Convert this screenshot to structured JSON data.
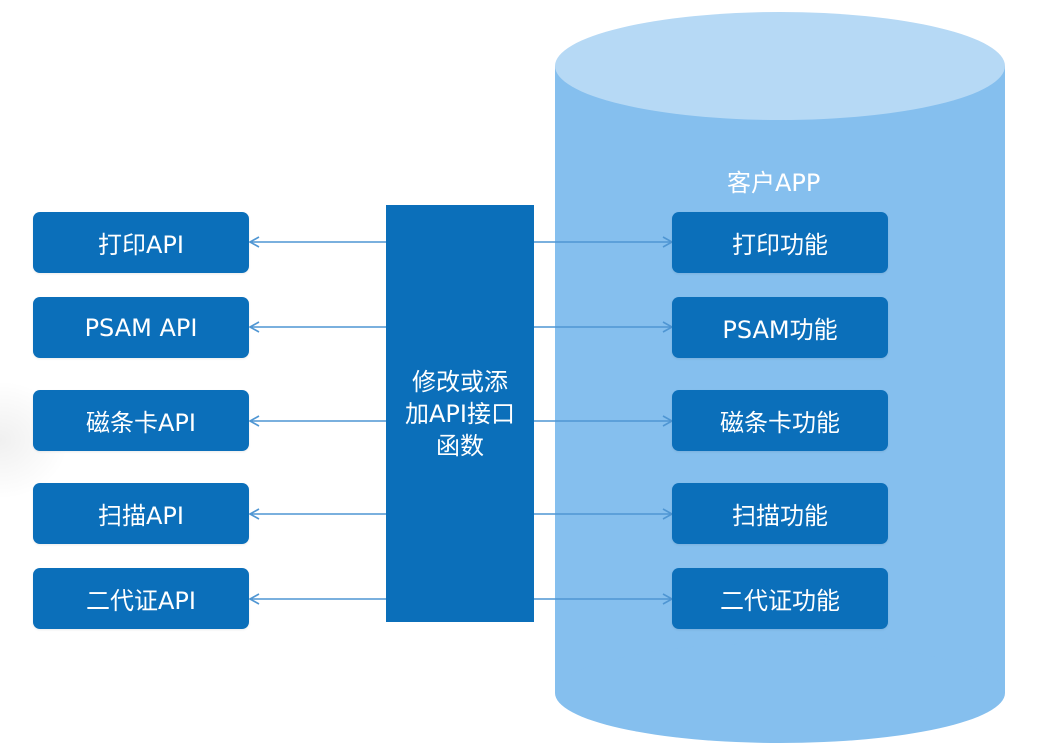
{
  "colors": {
    "box_fill": "#0b6fba",
    "cylinder_body": "#85bfee",
    "cylinder_top": "#b6d9f5",
    "arrow": "#4f96d3",
    "text": "#ffffff"
  },
  "diagram": {
    "app_title": "客户APP",
    "center_lines": [
      "修改或添",
      "加API接口",
      "函数"
    ],
    "left_apis": [
      "打印API",
      "PSAM API",
      "磁条卡API",
      "扫描API",
      "二代证API"
    ],
    "right_functions": [
      "打印功能",
      "PSAM功能",
      "磁条卡功能",
      "扫描功能",
      "二代证功能"
    ]
  }
}
